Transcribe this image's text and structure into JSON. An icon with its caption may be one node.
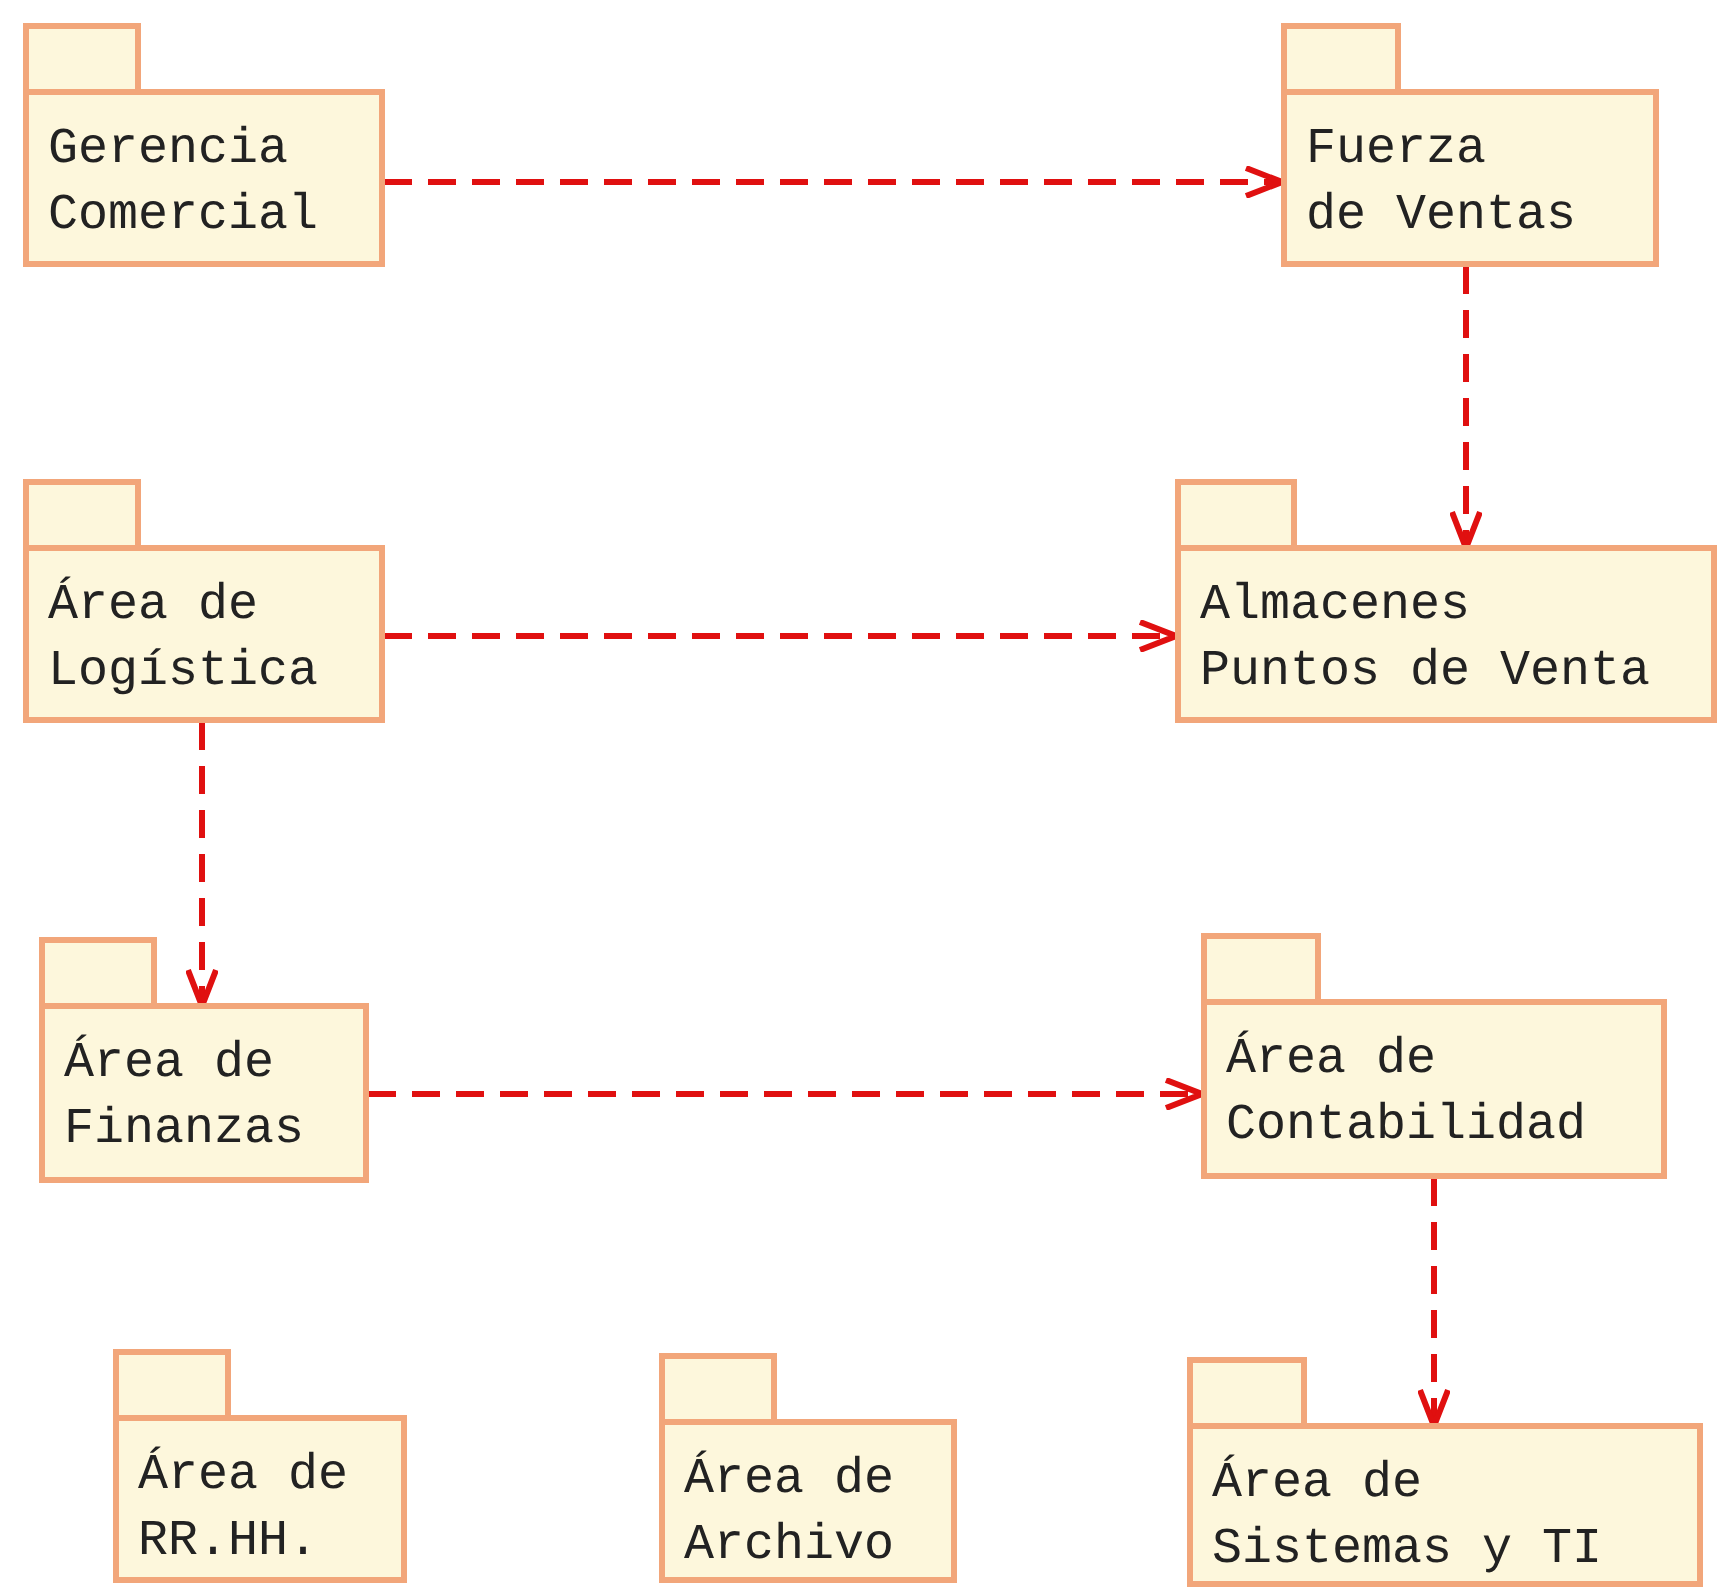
{
  "diagram": {
    "nodes": [
      {
        "text": [
          "Gerencia Comercial"
        ]
      },
      {
        "text": [
          "Fuerza de Ventas"
        ]
      },
      {
        "text": [
          "Área de Logística"
        ]
      },
      {
        "text": [
          "Almacenes Puntos de Venta"
        ]
      },
      {
        "text": [
          "Área de Finanzas"
        ]
      },
      {
        "text": [
          "Área de Contabilidad"
        ]
      },
      {
        "text": [
          "Área de RR.HH."
        ]
      },
      {
        "text": [
          "Área de Archivo"
        ]
      },
      {
        "text": [
          "Área de Sistemas y TI"
        ]
      }
    ],
    "edges": [
      {
        "from": 0,
        "to": 1,
        "arrow": "to",
        "style": "dashed"
      },
      {
        "from": 1,
        "to": 3,
        "arrow": "to",
        "style": "dashed"
      },
      {
        "from": 2,
        "to": 3,
        "arrow": "to",
        "style": "dashed"
      },
      {
        "from": 2,
        "to": 4,
        "arrow": "to",
        "style": "dashed"
      },
      {
        "from": 4,
        "to": 5,
        "arrow": "to",
        "style": "dashed"
      },
      {
        "from": 5,
        "to": 8,
        "arrow": "to",
        "style": "dashed"
      }
    ]
  }
}
